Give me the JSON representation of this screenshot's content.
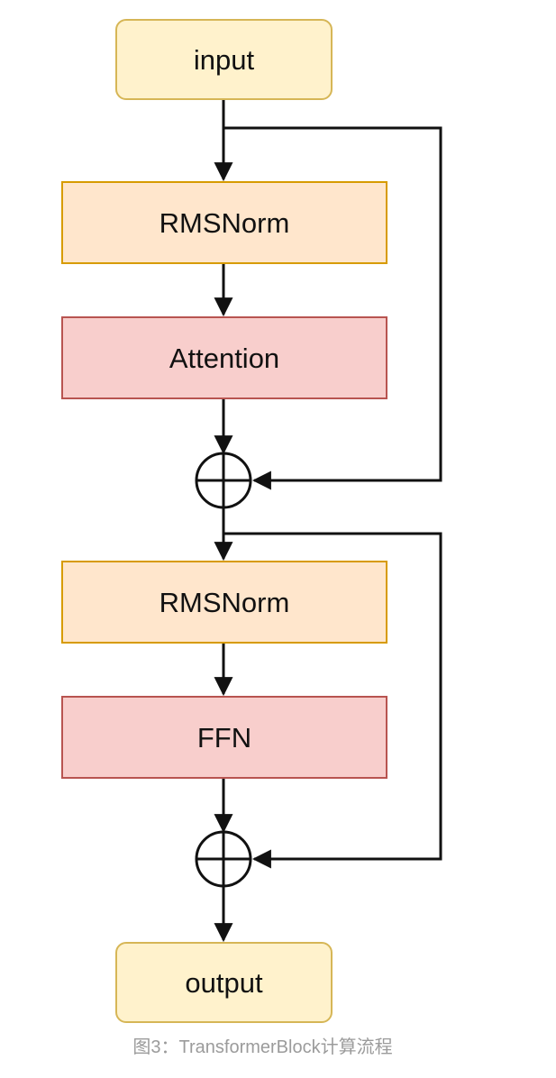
{
  "nodes": {
    "input": "input",
    "norm_1": "RMSNorm",
    "attention": "Attention",
    "norm_2": "RMSNorm",
    "ffn": "FFN",
    "output": "output"
  },
  "adders": {
    "add_1": "⊕",
    "add_2": "⊕"
  },
  "caption": "图3：TransformerBlock计算流程",
  "colors": {
    "io_fill": "#fff2cc",
    "io_stroke": "#d6b656",
    "norm_fill": "#ffe6cc",
    "norm_stroke": "#d79b00",
    "op_fill": "#f8cecc",
    "op_stroke": "#b85450",
    "edge": "#111111",
    "caption_text": "#9b9b9b"
  }
}
